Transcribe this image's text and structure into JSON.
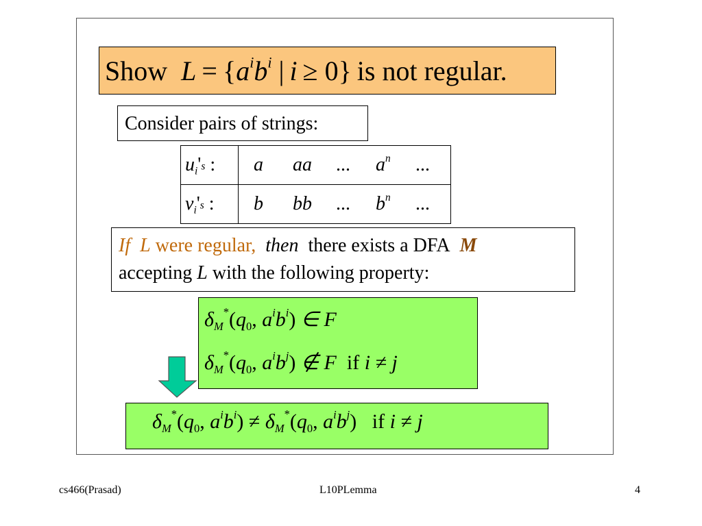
{
  "title": {
    "show": "Show",
    "L": "L",
    "eq": "=",
    "set_open": "{",
    "a": "a",
    "i": "i",
    "b": "b",
    "bar": "|",
    "geq": "≥ 0}",
    "rest": "is not regular."
  },
  "consider": "Consider pairs of strings:",
  "table": {
    "rows": [
      {
        "var": "u",
        "sub": "i",
        "apos": "'",
        "s": "s",
        "colon": ":",
        "c1": "a",
        "c2": "aa",
        "c3": "...",
        "c4": "a",
        "c4sup": "n",
        "c5": "..."
      },
      {
        "var": "v",
        "sub": "i",
        "apos": "'",
        "s": "s",
        "colon": ":",
        "c1": "b",
        "c2": "bb",
        "c3": "...",
        "c4": "b",
        "c4sup": "n",
        "c5": "..."
      }
    ]
  },
  "condition": {
    "if": "If",
    "L": "L",
    "were_regular": "were regular,",
    "then": "then",
    "there_exists": "there exists a  DFA",
    "M": "M",
    "line2_a": "accepting",
    "line2_L": "L",
    "line2_b": "with the following property:"
  },
  "equations": {
    "delta": "δ",
    "M": "M",
    "star": "*",
    "open": "(q",
    "zero": "0",
    "comma_a": ", a",
    "i": "i",
    "b": "b",
    "j": "j",
    "close": ")",
    "in_F": "∈ F",
    "notin_F": "∉ F",
    "if_text": "if",
    "neq": "i ≠  j"
  },
  "result": {
    "neq_sym": "≠"
  },
  "arrow": {
    "color": "#00cc99"
  },
  "footer": {
    "left": "cs466(Prasad)",
    "center": "L10PLemma",
    "right": "4"
  }
}
